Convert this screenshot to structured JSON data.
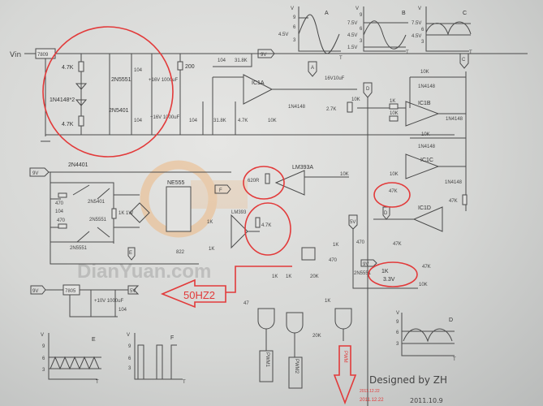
{
  "watermark": {
    "site": "DianYuan.com"
  },
  "colors": {
    "paper": "#d8d8d6",
    "ink": "#4a4a4a",
    "highlight": "#e23a3a",
    "watermark": "#f0b070"
  },
  "supply": {
    "vin": "Vin",
    "reg1": "7809",
    "r1": "4.7K",
    "diodes": "1N4148*2",
    "r2": "4.7K",
    "q1": "2N5551",
    "q2": "2N5401",
    "c1": "104",
    "c2": "+16V 1000uF",
    "c3": "104",
    "c4": "+16V 1000uF",
    "r200": "200",
    "vtag": "9V"
  },
  "osc": {
    "c": "104",
    "r": "31.8K",
    "ic": "IC1A",
    "c2": "104",
    "r2": "31.8K",
    "r3": "4.7K",
    "r4": "10K"
  },
  "rect": {
    "tagA": "A",
    "d1": "1N4148",
    "cap": "16V10uF",
    "r27": "2.7K",
    "pot": "10K",
    "tagD": "D",
    "r1k": "1K",
    "r10k": "10K",
    "rf": "10K",
    "df": "1N4148",
    "icb": "IC1B",
    "dout": "1N4148",
    "tagC": "C",
    "rf2": "10K",
    "df2": "1N4148",
    "icc": "IC1C",
    "dout2": "1N4148"
  },
  "waves": {
    "A": {
      "title": "A",
      "v": "V",
      "t": "T",
      "ticks": [
        "9",
        "6",
        "4.5V",
        "3"
      ]
    },
    "B": {
      "title": "B",
      "v": "V",
      "t": "T",
      "ticks": [
        "9",
        "7.5V",
        "6",
        "4.5V",
        "3",
        "1.5V"
      ]
    },
    "C": {
      "title": "C",
      "v": "V",
      "t": "T",
      "ticks": [
        "7.5V",
        "6",
        "4.5V",
        "3"
      ]
    },
    "D": {
      "title": "D",
      "v": "V",
      "t": "T",
      "ticks": [
        "9",
        "6",
        "3"
      ]
    },
    "E": {
      "title": "E",
      "v": "V",
      "t": "T",
      "ticks": [
        "9",
        "6",
        "3"
      ]
    },
    "F": {
      "title": "F",
      "v": "V",
      "t": "T",
      "ticks": [
        "9",
        "6",
        "3"
      ]
    }
  },
  "driver": {
    "vtag": "9V",
    "q1": "2N4401",
    "r1": "470",
    "c1": "104",
    "q2": "2N5401",
    "r2": "470",
    "q3": "2N5551",
    "q4": "2N5551",
    "r3": "1K 1W",
    "tagE": "E",
    "ic": "NE555",
    "c2": "822",
    "r4": "1K",
    "r5": "1K",
    "cmp": "LM393",
    "tagF": "F",
    "r620": "620R",
    "r47": "4.7K",
    "cmpA": "LM393A"
  },
  "fb": {
    "r1": "10K",
    "r2": "10K",
    "r47a": "47K",
    "r47b": "47K",
    "icd": "IC1D",
    "tagD": "D",
    "v5": "5V",
    "r470": "470",
    "r1k": "1K",
    "r470b": "470",
    "q": "2N5551",
    "v9": "9V",
    "r47c": "47K",
    "r1k2": "1K",
    "ref": "3.3V",
    "pot": "10K",
    "r47d": "47K",
    "r20k": "20K",
    "c47": "47",
    "r1k3": "1K",
    "r1k4": "1K",
    "r1k5": "1K",
    "r20k2": "20K"
  },
  "reg5": {
    "vin": "9V",
    "reg": "7805",
    "cap": "+10V 1000uF",
    "c": "104",
    "vout": "5V"
  },
  "outputs": {
    "hz": "50HZ2",
    "pwm1": "PWM1",
    "pwm2": "PWM2",
    "pwm3": "PWM"
  },
  "footer": {
    "signature": "Designed by ZH",
    "date": "2011.10.9",
    "stamp1": "2011.12.22",
    "stamp2": "2011.12.22"
  }
}
